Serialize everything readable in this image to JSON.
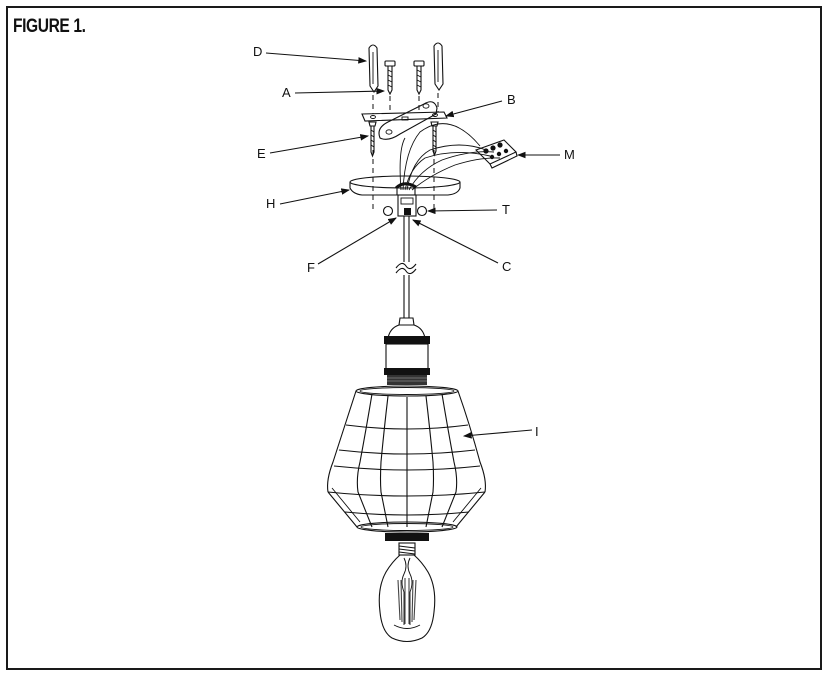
{
  "figure": {
    "title": "FIGURE 1."
  },
  "labels": {
    "A": "A",
    "B": "B",
    "C": "C",
    "D": "D",
    "E": "E",
    "F": "F",
    "H": "H",
    "I": "I",
    "M": "M",
    "T": "T"
  }
}
